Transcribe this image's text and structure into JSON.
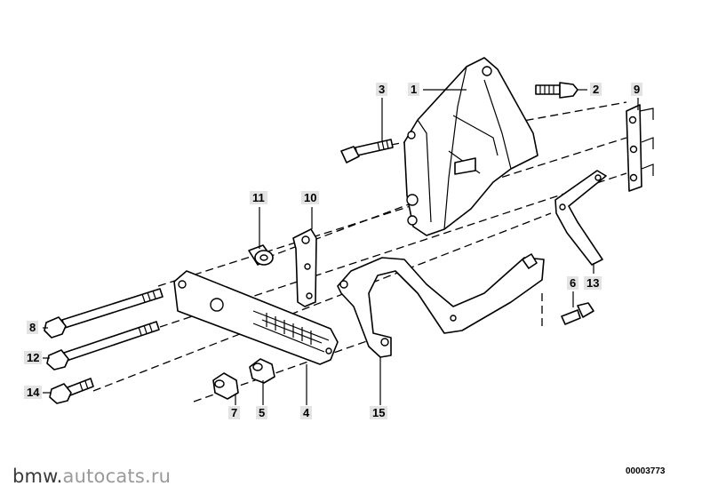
{
  "callouts": {
    "c1": "1",
    "c2": "2",
    "c3": "3",
    "c4": "4",
    "c5": "5",
    "c6": "6",
    "c7": "7",
    "c8": "8",
    "c9": "9",
    "c10": "10",
    "c11": "11",
    "c12": "12",
    "c13": "13",
    "c14": "14",
    "c15": "15"
  },
  "watermark": {
    "part1": "bmw.",
    "part2": "autocats.ru"
  },
  "reference_number": "00003773",
  "colors": {
    "line": "#000000",
    "label_bg": "#e3e3e3",
    "background": "#ffffff"
  }
}
